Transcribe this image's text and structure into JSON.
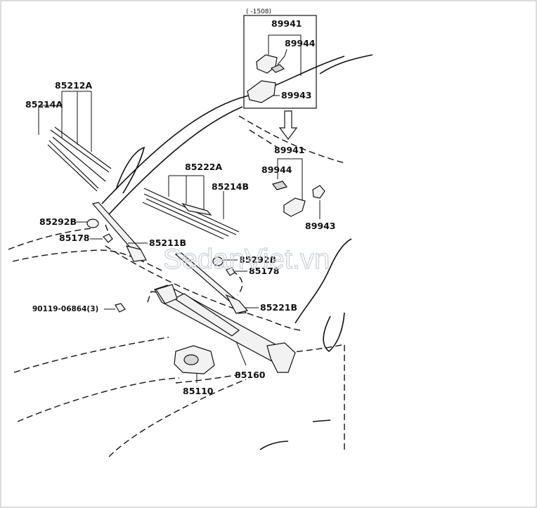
{
  "labels": {
    "note_range": "( -1508)",
    "p89941_top": "89941",
    "p89944_top": "89944",
    "p89943_top": "89943",
    "p85212A": "85212A",
    "p85214A": "85214A",
    "p85222A": "85222A",
    "p85214B": "85214B",
    "p89941": "89941",
    "p89944": "89944",
    "p89943": "89943",
    "p85292B_left": "85292B",
    "p85178_left": "85178",
    "p85211B": "85211B",
    "p85292B_right": "85292B",
    "p85178_right": "85178",
    "p85221B": "85221B",
    "p90119": "90119-06864(3)",
    "p85160": "85160",
    "p85110": "85110"
  },
  "watermark": "SedanViet.vn",
  "colors": {
    "line": "#111111",
    "watermark": "#cfd6dc",
    "background": "#ffffff"
  }
}
